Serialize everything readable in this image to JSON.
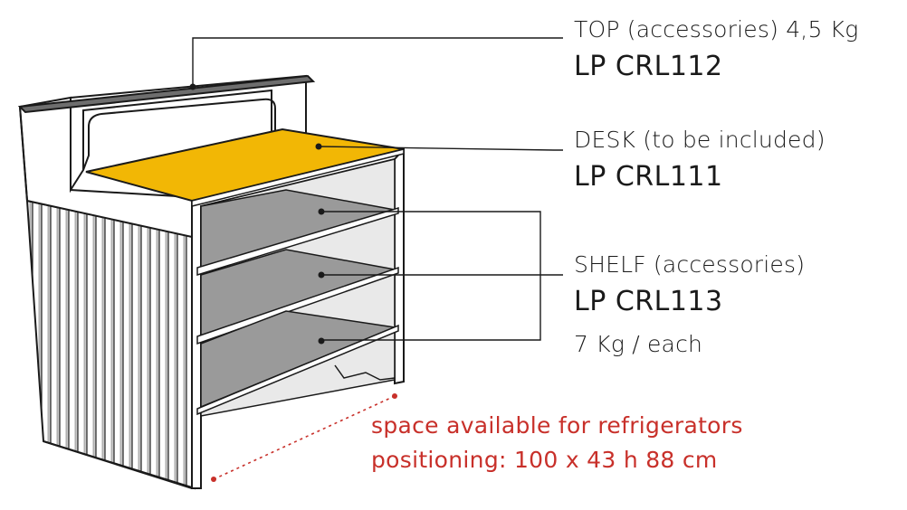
{
  "callouts": {
    "top": {
      "description": "TOP (accessories) 4,5 Kg",
      "code": "LP CRL112"
    },
    "desk": {
      "description": "DESK (to be included)",
      "code": "LP CRL111"
    },
    "shelf": {
      "description": "SHELF (accessories)",
      "code": "LP CRL113",
      "weight": "7 Kg / each"
    }
  },
  "space_note": {
    "line1": "space available for refrigerators",
    "line2": "positioning: 100 x 43 h 88 cm"
  },
  "colors": {
    "desk": "#f2b705",
    "top": "#6e6e6e",
    "shelf": "#9a9a9a",
    "outline": "#1a1a1a",
    "space_note": "#c8302a",
    "slats": "#c9c9c9"
  }
}
